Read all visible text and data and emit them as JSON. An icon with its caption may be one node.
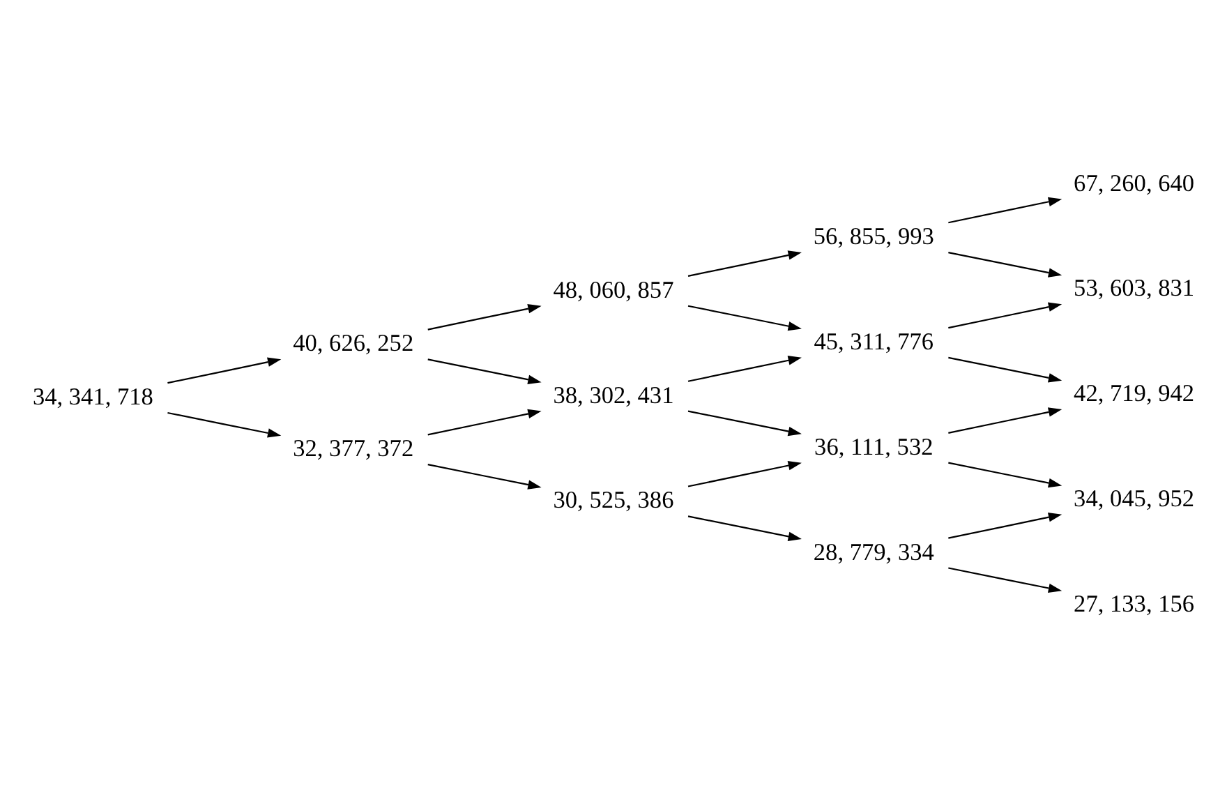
{
  "diagram": {
    "nodes": [
      {
        "text": [
          "34, 341, 718"
        ]
      },
      {
        "text": [
          "40, 626, 252"
        ]
      },
      {
        "text": [
          "32, 377, 372"
        ]
      },
      {
        "text": [
          "48, 060, 857"
        ]
      },
      {
        "text": [
          "38, 302, 431"
        ]
      },
      {
        "text": [
          "30, 525, 386"
        ]
      },
      {
        "text": [
          "56, 855, 993"
        ]
      },
      {
        "text": [
          "45, 311, 776"
        ]
      },
      {
        "text": [
          "36, 111, 532"
        ]
      },
      {
        "text": [
          "28, 779, 334"
        ]
      },
      {
        "text": [
          "67, 260, 640"
        ]
      },
      {
        "text": [
          "53, 603, 831"
        ]
      },
      {
        "text": [
          "42, 719, 942"
        ]
      },
      {
        "text": [
          "34, 045, 952"
        ]
      },
      {
        "text": [
          "27, 133, 156"
        ]
      }
    ],
    "edges": [
      {
        "from": 0,
        "to": 1,
        "arrow": "to"
      },
      {
        "from": 0,
        "to": 2,
        "arrow": "to"
      },
      {
        "from": 1,
        "to": 3,
        "arrow": "to"
      },
      {
        "from": 1,
        "to": 4,
        "arrow": "to"
      },
      {
        "from": 2,
        "to": 4,
        "arrow": "to"
      },
      {
        "from": 2,
        "to": 5,
        "arrow": "to"
      },
      {
        "from": 3,
        "to": 6,
        "arrow": "to"
      },
      {
        "from": 3,
        "to": 7,
        "arrow": "to"
      },
      {
        "from": 4,
        "to": 7,
        "arrow": "to"
      },
      {
        "from": 4,
        "to": 8,
        "arrow": "to"
      },
      {
        "from": 5,
        "to": 8,
        "arrow": "to"
      },
      {
        "from": 5,
        "to": 9,
        "arrow": "to"
      },
      {
        "from": 6,
        "to": 10,
        "arrow": "to"
      },
      {
        "from": 6,
        "to": 11,
        "arrow": "to"
      },
      {
        "from": 7,
        "to": 11,
        "arrow": "to"
      },
      {
        "from": 7,
        "to": 12,
        "arrow": "to"
      },
      {
        "from": 8,
        "to": 12,
        "arrow": "to"
      },
      {
        "from": 8,
        "to": 13,
        "arrow": "to"
      },
      {
        "from": 9,
        "to": 13,
        "arrow": "to"
      },
      {
        "from": 9,
        "to": 14,
        "arrow": "to"
      }
    ]
  }
}
